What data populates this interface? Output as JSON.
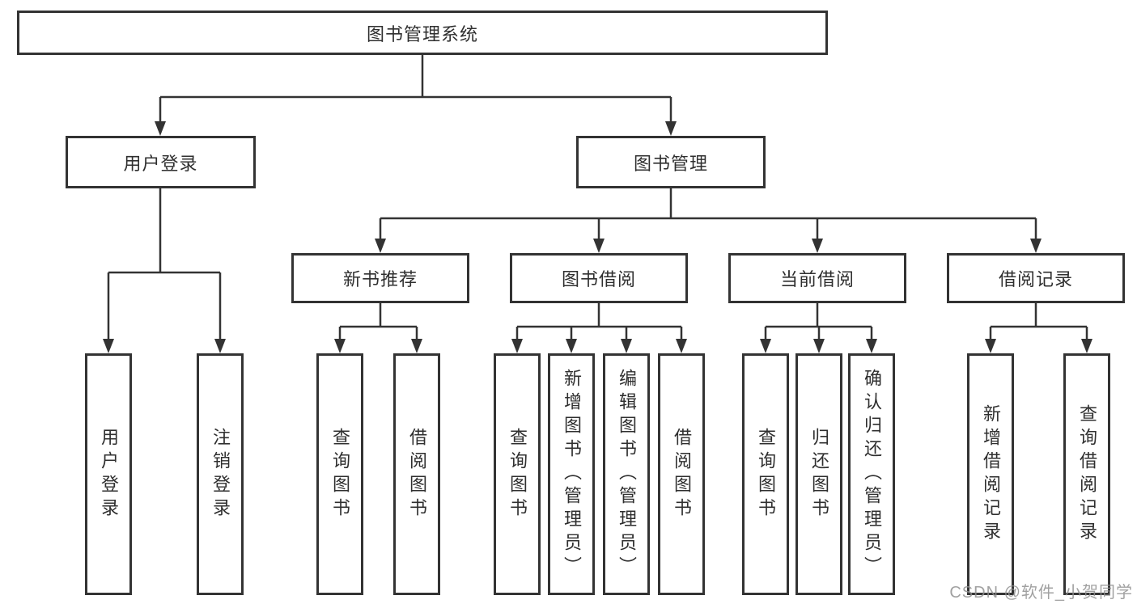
{
  "diagram": {
    "root": {
      "label": "图书管理系统"
    },
    "branches": [
      {
        "label": "用户登录",
        "children": [
          {
            "label": "用户登录"
          },
          {
            "label": "注销登录"
          }
        ]
      },
      {
        "label": "图书管理",
        "children": [
          {
            "label": "新书推荐",
            "children": [
              {
                "label": "查询图书"
              },
              {
                "label": "借阅图书"
              }
            ]
          },
          {
            "label": "图书借阅",
            "children": [
              {
                "label": "查询图书"
              },
              {
                "label": "新增图书（管理员）"
              },
              {
                "label": "编辑图书（管理员）"
              },
              {
                "label": "借阅图书"
              }
            ]
          },
          {
            "label": "当前借阅",
            "children": [
              {
                "label": "查询图书"
              },
              {
                "label": "归还图书"
              },
              {
                "label": "确认归还（管理员）"
              }
            ]
          },
          {
            "label": "借阅记录",
            "children": [
              {
                "label": "新增借阅记录"
              },
              {
                "label": "查询借阅记录"
              }
            ]
          }
        ]
      }
    ]
  },
  "watermark": {
    "text": "CSDN @软件_小贺同学"
  },
  "colors": {
    "line": "#333333",
    "box_border": "#333333",
    "text": "#2f2f2f",
    "background": "#ffffff",
    "watermark": "#919191"
  }
}
